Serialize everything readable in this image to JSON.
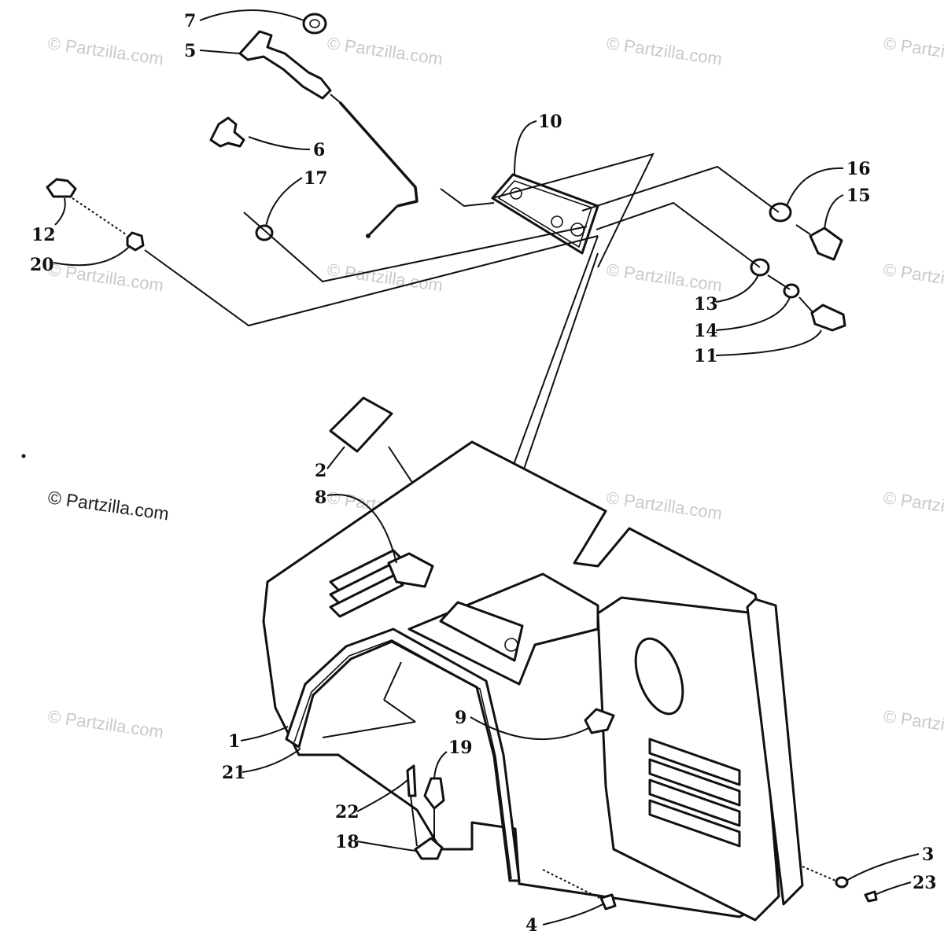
{
  "watermark": {
    "text": "© Partzilla.com",
    "main_text": "© Partzilla.com"
  },
  "callouts": {
    "c1": "1",
    "c2": "2",
    "c3": "3",
    "c4": "4",
    "c5": "5",
    "c6": "6",
    "c7": "7",
    "c8": "8",
    "c9": "9",
    "c10": "10",
    "c11": "11",
    "c12": "12",
    "c13": "13",
    "c14": "14",
    "c15": "15",
    "c16": "16",
    "c17": "17",
    "c18": "18",
    "c19": "19",
    "c20": "20",
    "c21": "21",
    "c22": "22",
    "c23": "23"
  },
  "colors": {
    "ink": "#111111",
    "watermark": "#c9c9c9",
    "background": "#ffffff"
  }
}
